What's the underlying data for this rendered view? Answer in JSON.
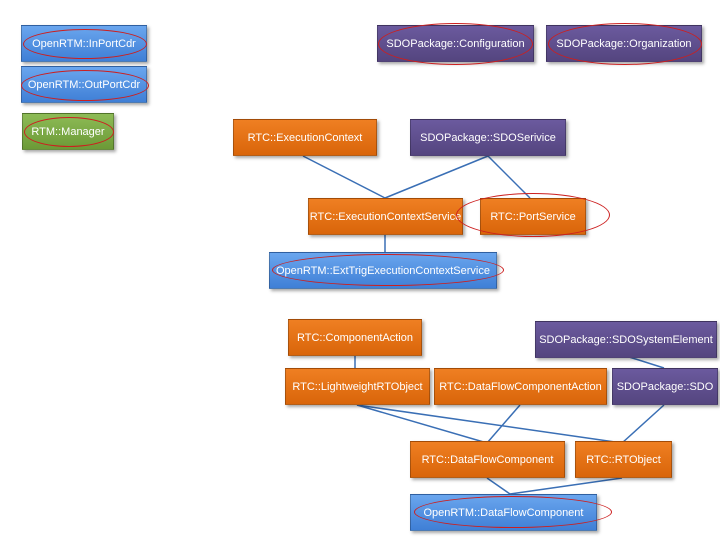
{
  "nodes": {
    "inportcdr": "OpenRTM::InPortCdr",
    "outportcdr": "OpenRTM::OutPortCdr",
    "manager": "RTM::Manager",
    "configuration": "SDOPackage::Configuration",
    "organization": "SDOPackage::Organization",
    "execution_context": "RTC::ExecutionContext",
    "sdo_service": "SDOPackage::SDOSerivice",
    "execution_context_service": "RTC::ExecutionContextService",
    "port_service": "RTC::PortService",
    "ext_trig_ecs": "OpenRTM::ExtTrigExecutionContextService",
    "component_action": "RTC::ComponentAction",
    "sdo_system_element": "SDOPackage::SDOSystemElement",
    "lightweight_rtobject": "RTC::LightweightRTObject",
    "dataflow_component_action": "RTC::DataFlowComponentAction",
    "sdo": "SDOPackage::SDO",
    "dataflow_component": "RTC::DataFlowComponent",
    "rtobject": "RTC::RTObject",
    "openrtm_dataflow_component": "OpenRTM::DataFlowComponent"
  },
  "colors": {
    "orange": "#e8731a",
    "blue": "#4f8fe0",
    "purple": "#5f4f8f",
    "green": "#7aa846",
    "edge": "#3a6fb5",
    "highlight": "#cc1f1f"
  }
}
